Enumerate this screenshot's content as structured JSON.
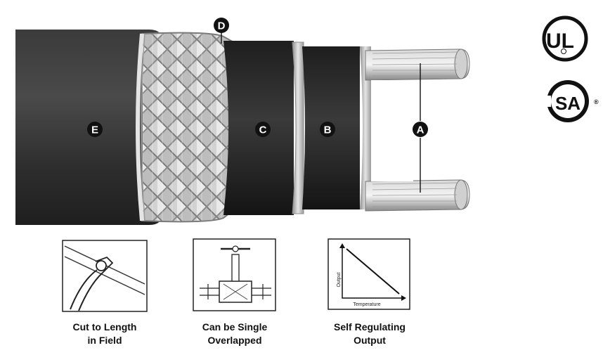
{
  "layers": [
    {
      "id": "A",
      "name": "conductors"
    },
    {
      "id": "B",
      "name": "core"
    },
    {
      "id": "C",
      "name": "jacket"
    },
    {
      "id": "D",
      "name": "braid"
    },
    {
      "id": "E",
      "name": "outer-jacket"
    }
  ],
  "certifications": [
    {
      "mark": "UL",
      "registered": "R"
    },
    {
      "mark": "SA",
      "prefix": "C",
      "registered": "®"
    }
  ],
  "features": [
    {
      "line1": "Cut to Length",
      "line2": "in Field",
      "icon": "pipe-cutter-icon"
    },
    {
      "line1": "Can be Single",
      "line2": "Overlapped",
      "icon": "valve-pipe-icon"
    },
    {
      "line1": "Self Regulating",
      "line2": "Output",
      "icon": "output-temperature-graph-icon"
    }
  ],
  "graph": {
    "ylabel": "Output",
    "xlabel": "Temperature"
  },
  "colors": {
    "jacket": "#2f2f2f",
    "marker": "#111111",
    "metal": "#c9c9c9"
  }
}
